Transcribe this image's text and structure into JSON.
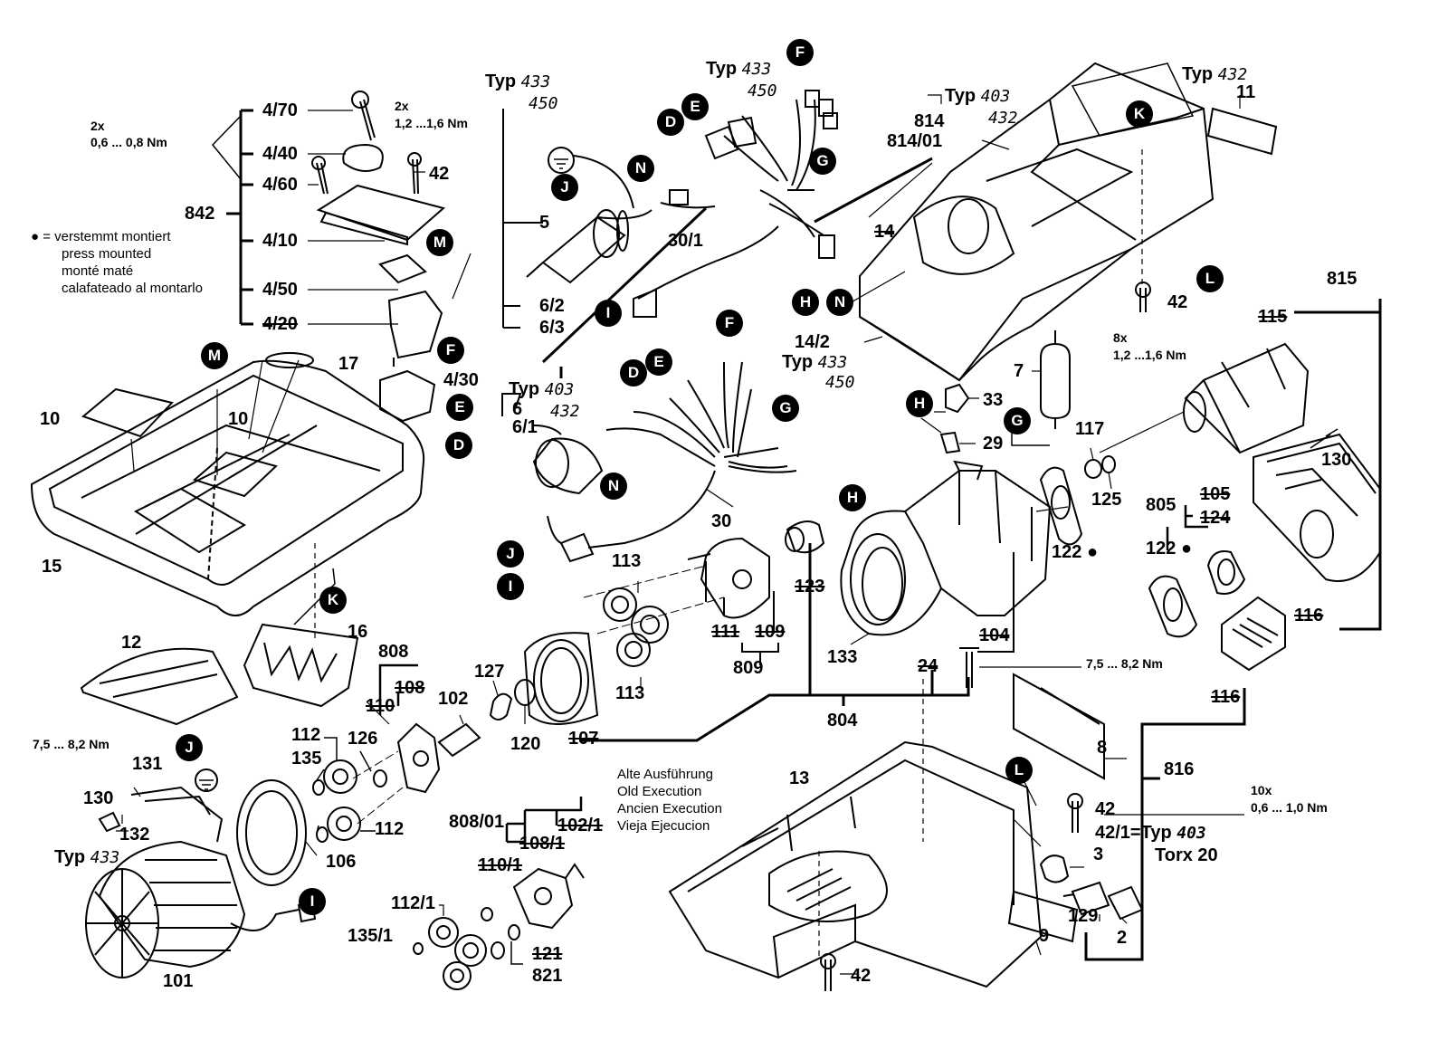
{
  "legend": {
    "symbol": "●",
    "lines": [
      "= verstemmt montiert",
      "press mounted",
      "monté maté",
      "calafateado al montarlo"
    ]
  },
  "old_execution_note": [
    "Alte Ausführung",
    "Old Execution",
    "Ancien Execution",
    "Vieja Ejecucion"
  ],
  "torque": {
    "t1": "2x",
    "t1v": "0,6 ... 0,8 Nm",
    "t2": "2x",
    "t2v": "1,2 ...1,6 Nm",
    "t3": "8x",
    "t3v": "1,2 ...1,6 Nm",
    "t4": "7,5 ... 8,2 Nm",
    "t5": "7,5 ... 8,2 Nm",
    "t6": "10x",
    "t6v": "0,6 ... 1,0 Nm",
    "torx": "Torx 20",
    "typ42": "42/1=Typ",
    "typ42v": "403"
  },
  "typ_word": "Typ",
  "types": {
    "a": [
      "433",
      "450"
    ],
    "b": [
      "433",
      "450"
    ],
    "c": [
      "403",
      "432"
    ],
    "d": [
      "432"
    ],
    "e": [
      "403",
      "432"
    ],
    "f": [
      "433",
      "450"
    ],
    "g": [
      "433"
    ]
  },
  "callouts": [
    "D",
    "E",
    "F",
    "G",
    "H",
    "I",
    "J",
    "K",
    "L",
    "M",
    "N"
  ],
  "parts": {
    "p470": "4/70",
    "p440": "4/40",
    "p460": "4/60",
    "p842": "842",
    "p410": "4/10",
    "p450": "4/50",
    "p420": "4/20",
    "p430": "4/30",
    "p42a": "42",
    "p17": "17",
    "p10a": "10",
    "p10b": "10",
    "p15": "15",
    "p5": "5",
    "p62": "6/2",
    "p63": "6/3",
    "p301": "30/1",
    "p814": "814",
    "p81401": "814/01",
    "p14": "14",
    "p142": "14/2",
    "p11": "11",
    "p42b": "42",
    "p815": "815",
    "p115": "115",
    "p7": "7",
    "p33": "33",
    "p29": "29",
    "p117": "117",
    "p125": "125",
    "p130a": "130",
    "p805": "805",
    "p105": "105",
    "p124": "124",
    "p122a": "122",
    "p122b": "122",
    "p116a": "116",
    "p116b": "116",
    "p6": "6",
    "p61": "6/1",
    "p30": "30",
    "p113a": "113",
    "p113b": "113",
    "p123": "123",
    "p111": "111",
    "p109": "109",
    "p809": "809",
    "p133": "133",
    "p104": "104",
    "p24": "24",
    "p804": "804",
    "p16": "16",
    "p12": "12",
    "p808": "808",
    "p108": "108",
    "p110": "110",
    "p127": "127",
    "p102": "102",
    "p120": "120",
    "p107": "107",
    "p112a": "112",
    "p126": "126",
    "p135": "135",
    "p112b": "112",
    "p131": "131",
    "p130b": "130",
    "p132": "132",
    "p106": "106",
    "p101": "101",
    "p80801": "808/01",
    "p1081": "108/1",
    "p1021": "102/1",
    "p1101": "110/1",
    "p1121": "112/1",
    "p1351": "135/1",
    "p121": "121",
    "p821": "821",
    "p8": "8",
    "p816": "816",
    "p13": "13",
    "p42c": "42",
    "p3": "3",
    "p129": "129",
    "p2": "2",
    "p9": "9",
    "p42d": "42"
  }
}
